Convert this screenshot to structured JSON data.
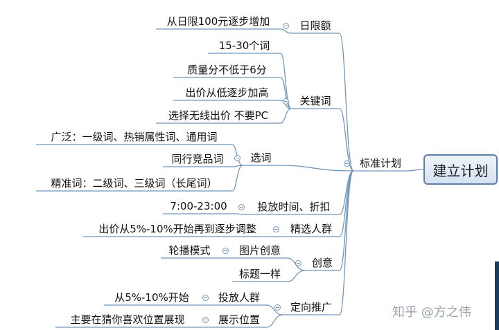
{
  "root": {
    "id": "root",
    "label": "建立计划"
  },
  "nodes": [
    {
      "id": "std",
      "label": "标准计划",
      "parent": "root"
    },
    {
      "id": "budget",
      "label": "日限额",
      "parent": "std"
    },
    {
      "id": "budget_1",
      "label": "从日限100元逐步增加",
      "parent": "budget"
    },
    {
      "id": "kw",
      "label": "关键词",
      "parent": "std"
    },
    {
      "id": "kw_1",
      "label": "15-30个词",
      "parent": "kw"
    },
    {
      "id": "kw_2",
      "label": "质量分不低于6分",
      "parent": "kw"
    },
    {
      "id": "kw_3",
      "label": "出价从低逐步加高",
      "parent": "kw"
    },
    {
      "id": "kw_4",
      "label": "选择无线出价 不要PC",
      "parent": "kw"
    },
    {
      "id": "sel",
      "label": "选词",
      "parent": "std"
    },
    {
      "id": "sel_1",
      "label": "广泛：一级词、热销属性词、通用词",
      "parent": "sel"
    },
    {
      "id": "sel_2",
      "label": "同行竞品词",
      "parent": "sel"
    },
    {
      "id": "sel_3",
      "label": "精准词：二级词、三级词（长尾词）",
      "parent": "sel"
    },
    {
      "id": "time",
      "label": "投放时间、折扣",
      "parent": "std"
    },
    {
      "id": "time_1",
      "label": "7:00-23:00",
      "parent": "time"
    },
    {
      "id": "crowd",
      "label": "精选人群",
      "parent": "std"
    },
    {
      "id": "crowd_1",
      "label": "出价从5%-10%开始再到逐步调整",
      "parent": "crowd"
    },
    {
      "id": "creative",
      "label": "创意",
      "parent": "std"
    },
    {
      "id": "creative_img",
      "label": "图片创意",
      "parent": "creative"
    },
    {
      "id": "creative_img_1",
      "label": "轮播模式",
      "parent": "creative_img"
    },
    {
      "id": "creative_title",
      "label": "标题一样",
      "parent": "creative"
    },
    {
      "id": "target",
      "label": "定向推广",
      "parent": "std"
    },
    {
      "id": "target_crowd",
      "label": "投放人群",
      "parent": "target"
    },
    {
      "id": "target_crowd_1",
      "label": "从5%-10%开始",
      "parent": "target_crowd"
    },
    {
      "id": "target_pos",
      "label": "展示位置",
      "parent": "target"
    },
    {
      "id": "target_pos_1",
      "label": "主要在猜你喜欢位置展现",
      "parent": "target_pos"
    }
  ],
  "watermark": "知乎 @方之伟",
  "colors": {
    "branch": "#6f95bd",
    "root_border": "#5b7fa6",
    "root_fill": "#dfe8f3",
    "text": "#111111",
    "watermark": "#9aa4ad"
  }
}
